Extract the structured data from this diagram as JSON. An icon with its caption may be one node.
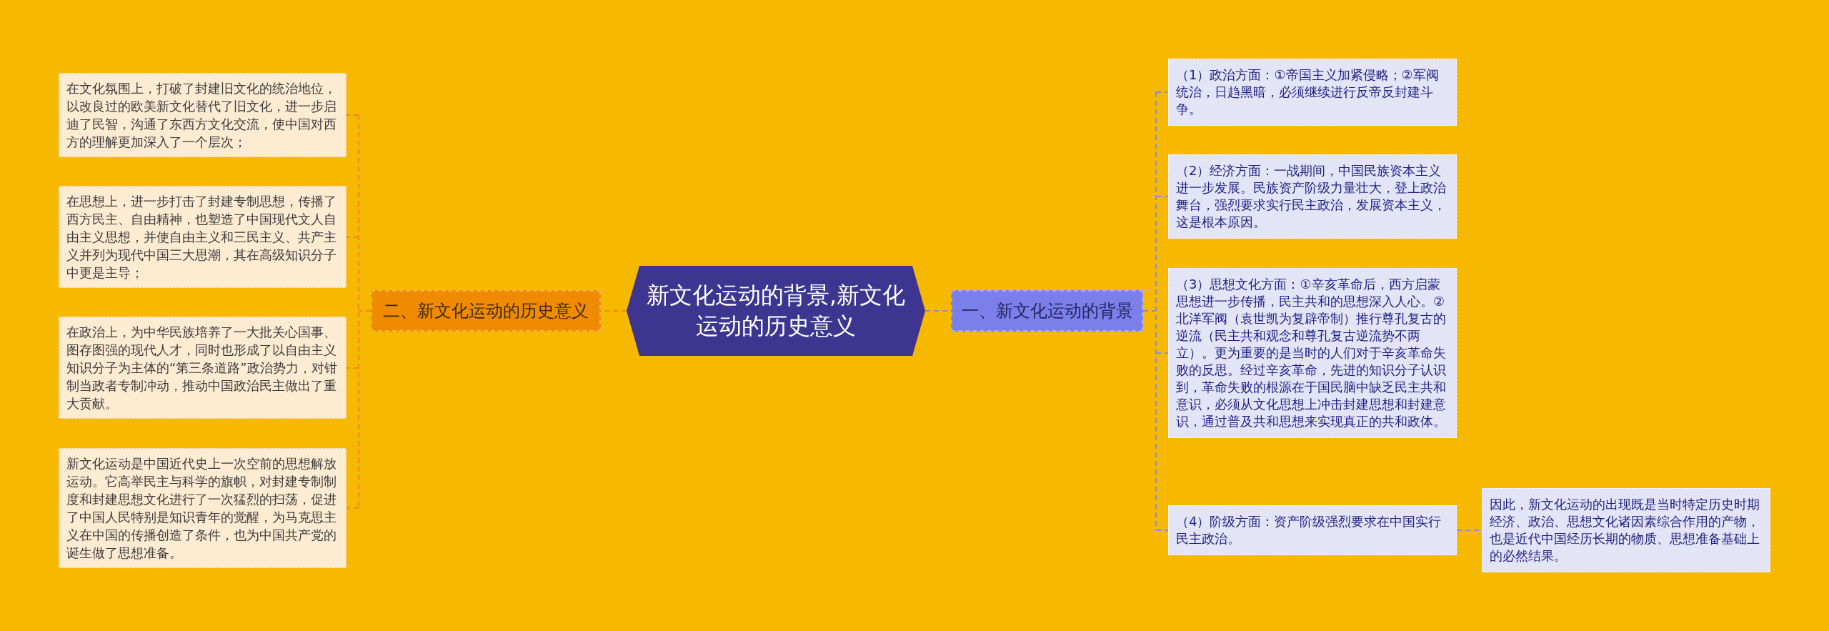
{
  "diagram": {
    "nodes": [
      {
        "text": [
          "新文化运动的背景,新文化运动的历史意义"
        ]
      },
      {
        "text": [
          "一、新文化运动的背景"
        ]
      },
      {
        "text": [
          "（1）政治方面：①帝国主义加紧侵略；②军阀统治，日趋黑暗，必须继续进行反帝反封建斗争。"
        ]
      },
      {
        "text": [
          "（2）经济方面：一战期间，中国民族资本主义进一步发展。民族资产阶级力量壮大，登上政治舞台，强烈要求实行民主政治，发展资本主义，这是根本原因。"
        ]
      },
      {
        "text": [
          "（3）思想文化方面：①辛亥革命后，西方启蒙思想进一步传播，民主共和的思想深入人心。②北洋军阀（袁世凯为复辟帝制）推行尊孔复古的逆流（民主共和观念和尊孔复古逆流势不两立）。更为重要的是当时的人们对于辛亥革命失败的反思。经过辛亥革命，先进的知识分子认识到，革命失败的根源在于国民脑中缺乏民主共和意识，必须从文化思想上冲击封建思想和封建意识，通过普及共和思想来实现真正的共和政体。"
        ]
      },
      {
        "text": [
          "（4）阶级方面：资产阶级强烈要求在中国实行民主政治。"
        ]
      },
      {
        "text": [
          "因此，新文化运动的出现既是当时特定历史时期经济、政治、思想文化诸因素综合作用的产物，也是近代中国经历长期的物质、思想准备基础上的必然结果。"
        ]
      },
      {
        "text": [
          "二、新文化运动的历史意义"
        ]
      },
      {
        "text": [
          "在文化氛围上，打破了封建旧文化的统治地位，以改良过的欧美新文化替代了旧文化，进一步启迪了民智，沟通了东西方文化交流，使中国对西方的理解更加深入了一个层次；"
        ]
      },
      {
        "text": [
          "在思想上，进一步打击了封建专制思想，传播了西方民主、自由精神，也塑造了中国现代文人自由主义思想，并使自由主义和三民主义、共产主义并列为现代中国三大思潮，其在高级知识分子中更是主导；"
        ]
      },
      {
        "text": [
          "在政治上，为中华民族培养了一大批关心国事、图存图强的现代人才，同时也形成了以自由主义知识分子为主体的“第三条道路”政治势力，对钳制当政者专制冲动，推动中国政治民主做出了重大贡献。"
        ]
      },
      {
        "text": [
          "新文化运动是中国近代史上一次空前的思想解放运动。它高举民主与科学的旗帜，对封建专制制度和封建思想文化进行了一次猛烈的扫荡，促进了中国人民特别是知识青年的觉醒，为马克思主义在中国的传播创造了条件，也为中国共产党的诞生做了思想准备。"
        ]
      }
    ],
    "edges": [
      {
        "from": 0,
        "to": 1,
        "arrow": "none",
        "style": "dashed"
      },
      {
        "from": 1,
        "to": 2,
        "arrow": "none",
        "style": "dashed"
      },
      {
        "from": 1,
        "to": 3,
        "arrow": "none",
        "style": "dashed"
      },
      {
        "from": 1,
        "to": 4,
        "arrow": "none",
        "style": "dashed"
      },
      {
        "from": 1,
        "to": 5,
        "arrow": "none",
        "style": "dashed"
      },
      {
        "from": 5,
        "to": 6,
        "arrow": "none",
        "style": "dashed"
      },
      {
        "from": 0,
        "to": 7,
        "arrow": "none",
        "style": "dashed",
        "color": "#ef8a1c"
      },
      {
        "from": 7,
        "to": 8,
        "arrow": "none",
        "style": "dashed",
        "color": "#ef8a1c"
      },
      {
        "from": 7,
        "to": 9,
        "arrow": "none",
        "style": "dashed",
        "color": "#ef8a1c"
      },
      {
        "from": 7,
        "to": 10,
        "arrow": "none",
        "style": "dashed",
        "color": "#ef8a1c"
      },
      {
        "from": 7,
        "to": 11,
        "arrow": "none",
        "style": "dashed",
        "color": "#ef8a1c"
      }
    ]
  }
}
